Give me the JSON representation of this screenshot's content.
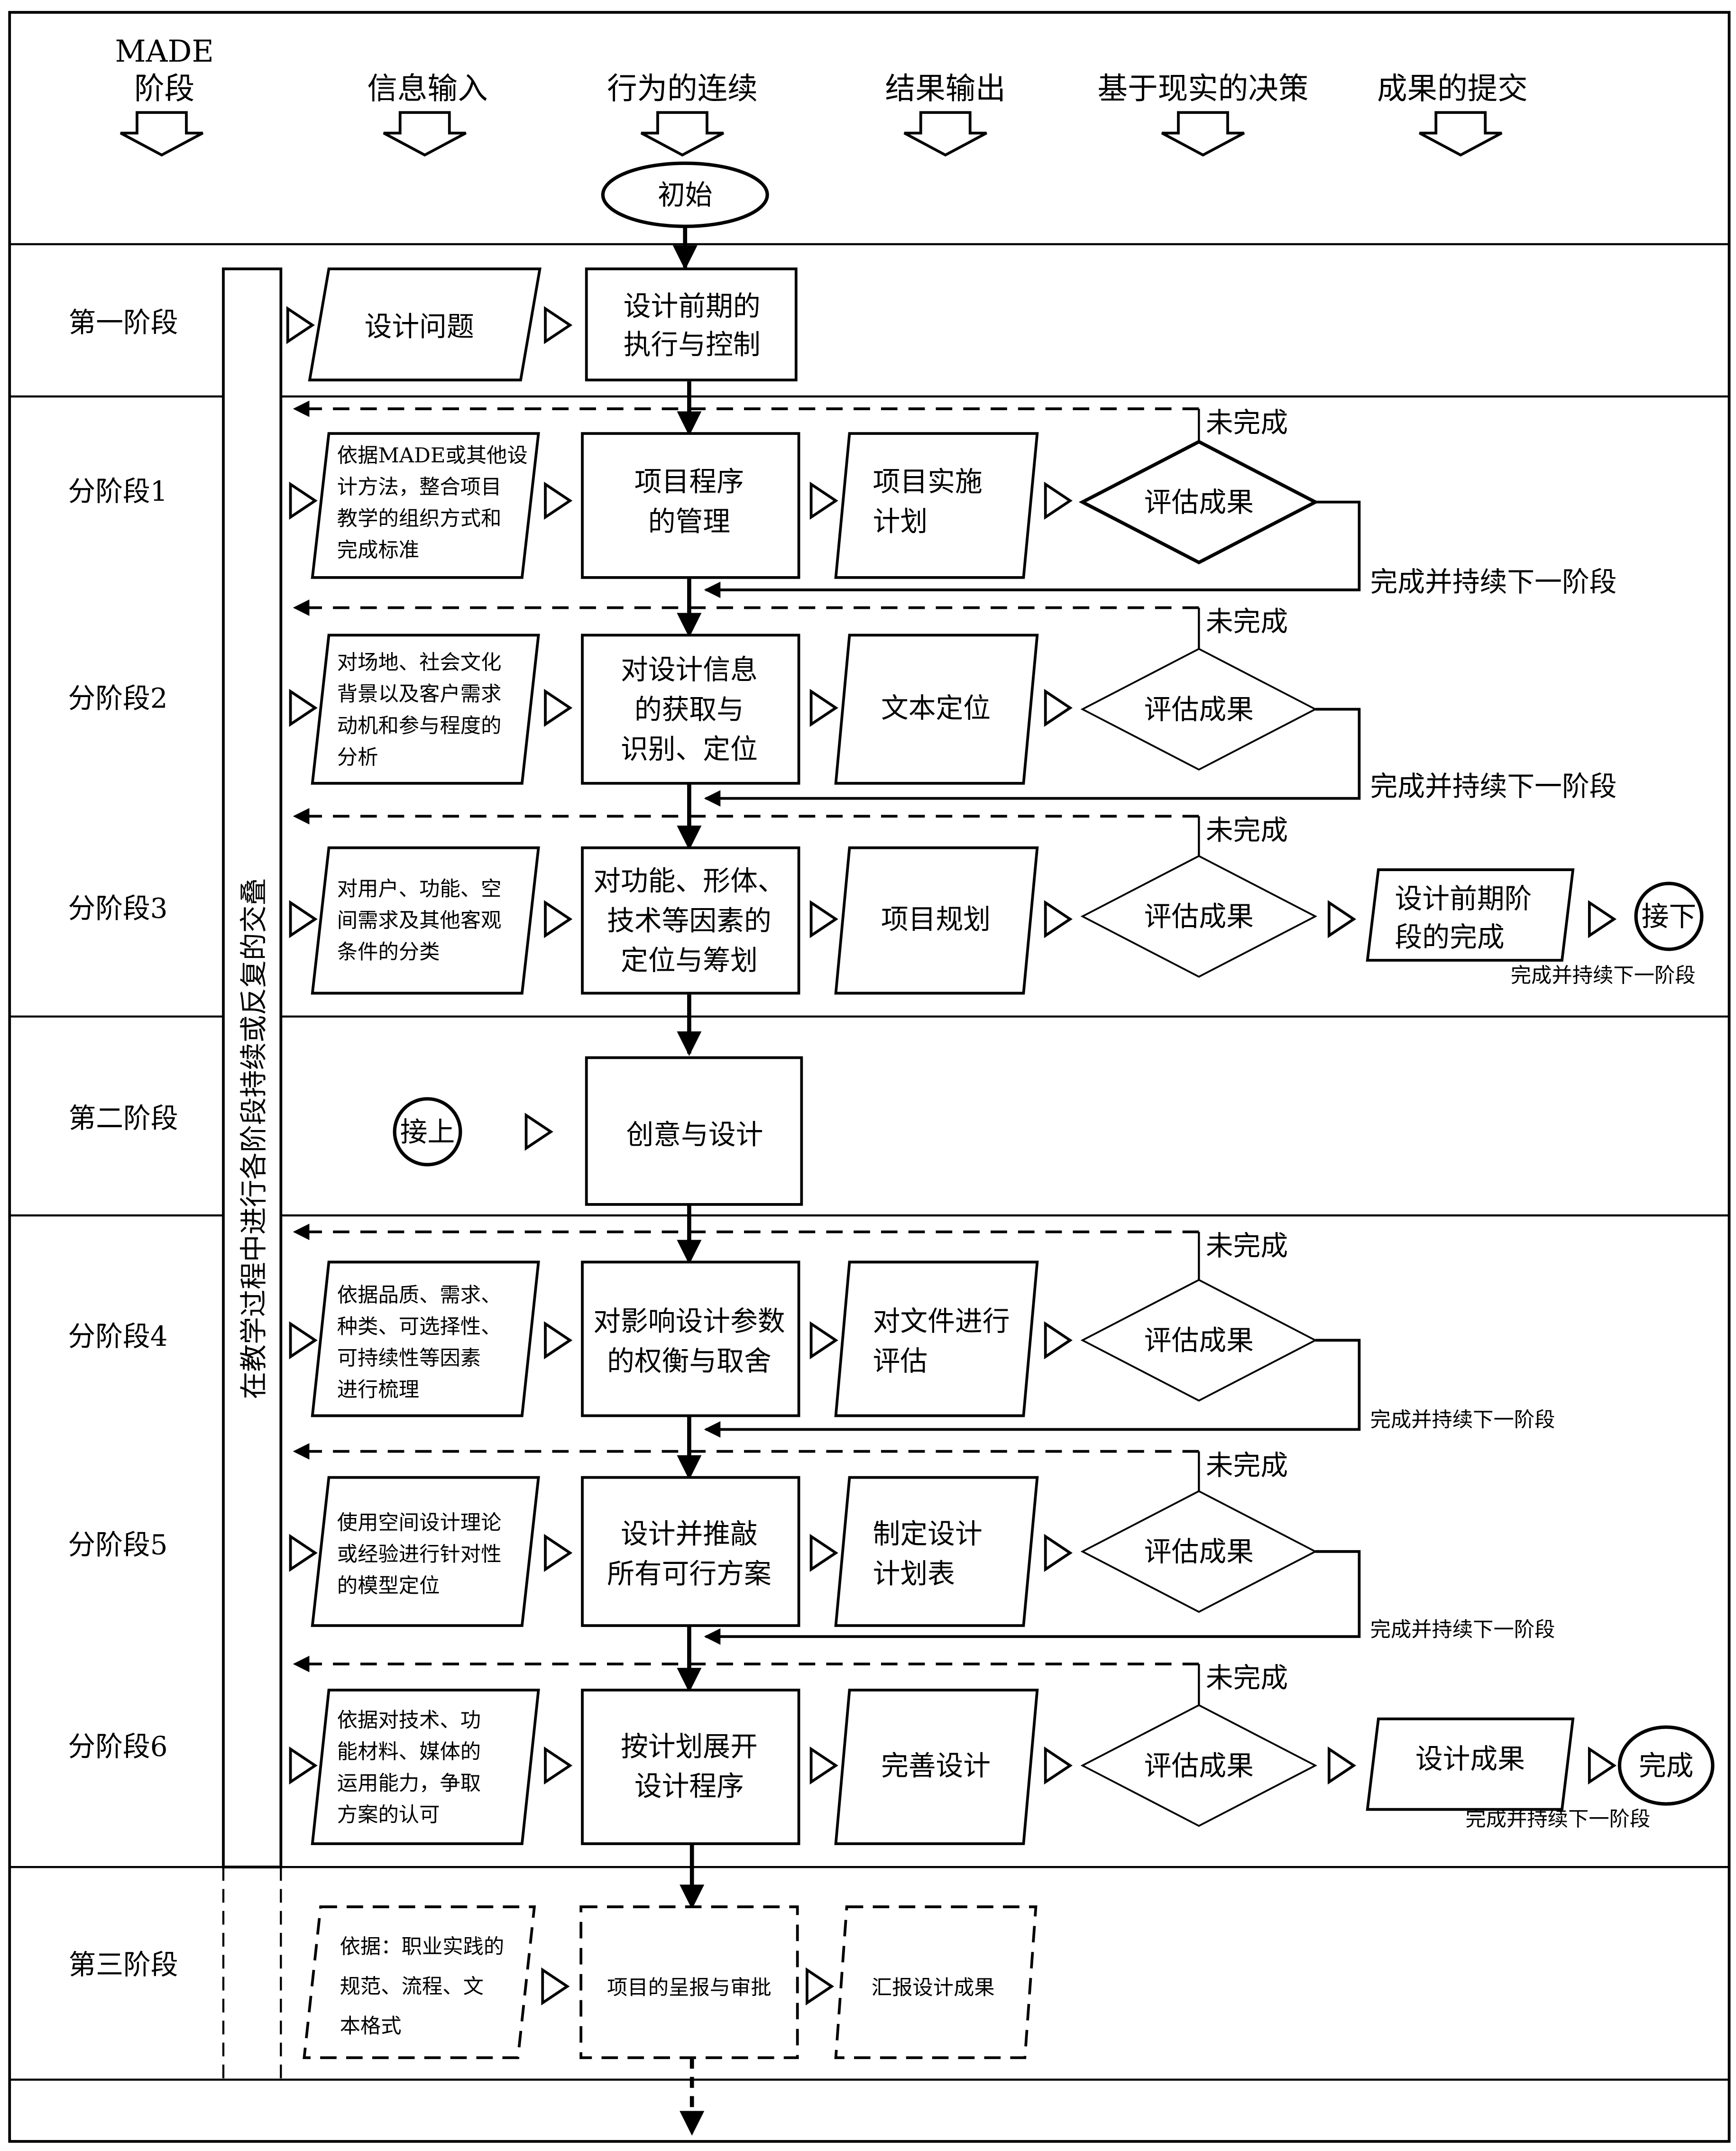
{
  "header": {
    "columns": [
      {
        "label_line1": "MADE",
        "label_line2": "阶段"
      },
      {
        "label_line1": "信息输入"
      },
      {
        "label_line1": "行为的连续"
      },
      {
        "label_line1": "结果输出"
      },
      {
        "label_line1": "基于现实的决策"
      },
      {
        "label_line1": "成果的提交"
      }
    ],
    "start_node": "初始"
  },
  "side_bar_text": "在教学过程中进行各阶段持续或反复的交叠",
  "stages": [
    {
      "label": "第一阶段",
      "input": [
        "设计问题"
      ],
      "action": [
        "设计前期的",
        "执行与控制"
      ]
    },
    {
      "label": "分阶段1",
      "input": [
        "依据MADE或其他设",
        "计方法，整合项目",
        "教学的组织方式和",
        "完成标准"
      ],
      "action": [
        "项目程序",
        "的管理"
      ],
      "output": [
        "项目实施",
        "计划"
      ],
      "decision": "评估成果",
      "not_done": "未完成",
      "done": "完成并持续下一阶段"
    },
    {
      "label": "分阶段2",
      "input": [
        "对场地、社会文化",
        "背景以及客户需求",
        "动机和参与程度的",
        "分析"
      ],
      "action": [
        "对设计信息",
        "的获取与",
        "识别、定位"
      ],
      "output": [
        "文本定位"
      ],
      "decision": "评估成果",
      "not_done": "未完成",
      "done": "完成并持续下一阶段"
    },
    {
      "label": "分阶段3",
      "input": [
        "对用户、功能、空",
        "间需求及其他客观",
        "条件的分类"
      ],
      "action": [
        "对功能、形体、",
        "技术等因素的",
        "定位与筹划"
      ],
      "output": [
        "项目规划"
      ],
      "decision": "评估成果",
      "not_done": "未完成",
      "result": [
        "设计前期阶",
        "段的完成"
      ],
      "connector": "接下",
      "done": "完成并持续下一阶段"
    },
    {
      "label": "第二阶段",
      "connector": "接上",
      "action": [
        "创意与设计"
      ]
    },
    {
      "label": "分阶段4",
      "input": [
        "依据品质、需求、",
        "种类、可选择性、",
        "可持续性等因素",
        "进行梳理"
      ],
      "action": [
        "对影响设计参数",
        "的权衡与取舍"
      ],
      "output": [
        "对文件进行",
        "评估"
      ],
      "decision": "评估成果",
      "not_done": "未完成",
      "done": "完成并持续下一阶段"
    },
    {
      "label": "分阶段5",
      "input": [
        "使用空间设计理论",
        "或经验进行针对性",
        "的模型定位"
      ],
      "action": [
        "设计并推敲",
        "所有可行方案"
      ],
      "output": [
        "制定设计",
        "计划表"
      ],
      "decision": "评估成果",
      "not_done": "未完成",
      "done": "完成并持续下一阶段"
    },
    {
      "label": "分阶段6",
      "input": [
        "依据对技术、功",
        "能材料、媒体的",
        "运用能力，争取",
        "方案的认可"
      ],
      "action": [
        "按计划展开",
        "设计程序"
      ],
      "output": [
        "完善设计"
      ],
      "decision": "评估成果",
      "not_done": "未完成",
      "result": [
        "设计成果"
      ],
      "connector": "完成",
      "done": "完成并持续下一阶段"
    },
    {
      "label": "第三阶段",
      "input": [
        "依据：职业实践的",
        "规范、流程、文",
        "本格式"
      ],
      "action": [
        "项目的呈报与审批"
      ],
      "output": [
        "汇报设计成果"
      ]
    }
  ]
}
